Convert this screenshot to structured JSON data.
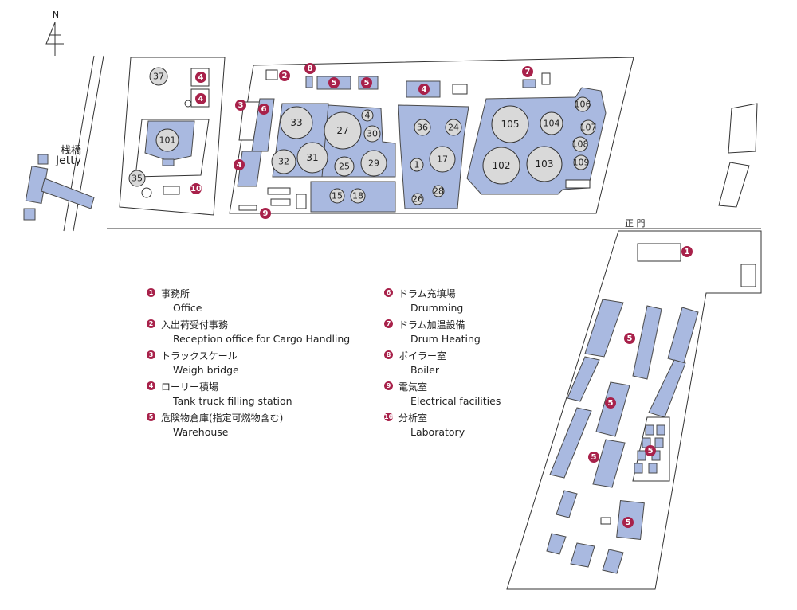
{
  "compass": {
    "label": "N"
  },
  "jetty": {
    "ja": "桟橋",
    "en": "Jetty"
  },
  "main_gate": {
    "label": "正 門"
  },
  "colors": {
    "zone": "#a9b9e0",
    "tank": "#d9d9d9",
    "badge": "#a8214a"
  },
  "tanks": [
    "37",
    "101",
    "35",
    "33",
    "27",
    "4",
    "30",
    "32",
    "31",
    "25",
    "29",
    "15",
    "18",
    "36",
    "24",
    "1",
    "17",
    "26",
    "28",
    "105",
    "104",
    "106",
    "107",
    "108",
    "109",
    "102",
    "103"
  ],
  "badges": [
    "4",
    "4",
    "2",
    "8",
    "5",
    "5",
    "4",
    "7",
    "3",
    "6",
    "4",
    "10",
    "9",
    "1",
    "5",
    "5",
    "5",
    "5",
    "5"
  ],
  "legend": [
    {
      "num": "1",
      "ja": "事務所",
      "en": "Office"
    },
    {
      "num": "2",
      "ja": "入出荷受付事務",
      "en": "Reception office for Cargo Handling"
    },
    {
      "num": "3",
      "ja": "トラックスケール",
      "en": "Weigh bridge"
    },
    {
      "num": "4",
      "ja": "ローリー積場",
      "en": "Tank truck filling station"
    },
    {
      "num": "5",
      "ja": "危険物倉庫(指定可燃物含む)",
      "en": "Warehouse"
    },
    {
      "num": "6",
      "ja": "ドラム充填場",
      "en": "Drumming"
    },
    {
      "num": "7",
      "ja": "ドラム加温設備",
      "en": "Drum Heating"
    },
    {
      "num": "8",
      "ja": "ボイラー室",
      "en": "Boiler"
    },
    {
      "num": "9",
      "ja": "電気室",
      "en": "Electrical facilities"
    },
    {
      "num": "10",
      "ja": "分析室",
      "en": "Laboratory"
    }
  ]
}
